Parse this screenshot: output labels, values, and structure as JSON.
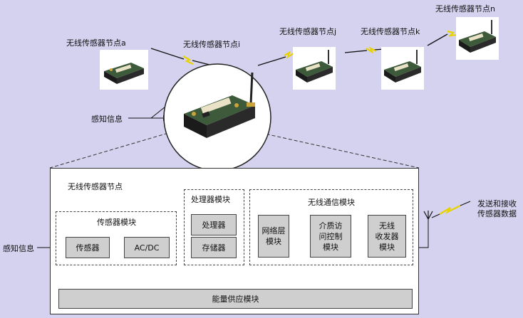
{
  "nodes": {
    "a": "无线传感器节点a",
    "i": "无线传感器节点i",
    "j": "无线传感器节点j",
    "k": "无线传感器节点k",
    "n": "无线传感器节点n"
  },
  "sense_info_top": "感知信息",
  "sense_info_left": "感知信息",
  "outer_title": "无线传感器节点",
  "sensor_module": {
    "title": "传感器模块",
    "sensor": "传感器",
    "adc": "AC/DC"
  },
  "processor_module": {
    "title": "处理器模块",
    "processor": "处理器",
    "memory": "存储器"
  },
  "comm_module": {
    "title": "无线通信模块",
    "network": "网络层\n模块",
    "mac": "介质访\n问控制\n模块",
    "transceiver": "无线\n收发器\n模块"
  },
  "power": "能量供应模块",
  "send_receive": "发送和接收\n传感器数据"
}
